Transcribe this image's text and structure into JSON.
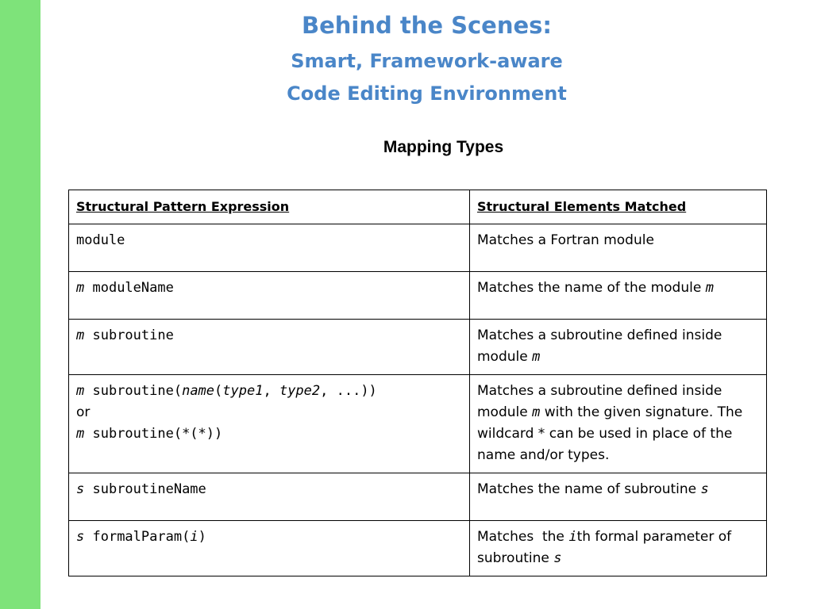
{
  "colors": {
    "side_bar": "#7ee37a",
    "title": "#4a86c8",
    "text": "#000000",
    "border": "#000000"
  },
  "title": {
    "main": "Behind the Scenes:",
    "line1": "Smart, Framework-aware",
    "line2": "Code Editing Environment"
  },
  "heading": "Mapping Types",
  "table": {
    "headers": [
      "Structural Pattern Expression",
      "Structural Elements Matched"
    ],
    "row1": {
      "expr": "module",
      "desc": "Matches a Fortran module"
    },
    "row2": {
      "var": "m",
      "expr": " moduleName",
      "desc": "Matches the name of the module ",
      "desc_var": "m"
    },
    "row3": {
      "var": "m",
      "expr": " subroutine",
      "desc": "Matches a subroutine defined inside module ",
      "desc_var": "m"
    },
    "row4": {
      "var": "m",
      "expr_a": " subroutine(",
      "param_name": "name",
      "paren_open": "(",
      "type1": "type1",
      "comma1": ", ",
      "type2": "type2",
      "tail": ", ...))",
      "or": "or",
      "var2": "m",
      "expr_b": " subroutine(*(*))",
      "desc_a": "Matches a subroutine defined inside module ",
      "desc_var": "m",
      "desc_b": " with the given signature. The wildcard * can be used in place of the name and/or types."
    },
    "row5": {
      "var": "s",
      "expr": " subroutineName",
      "desc": "Matches the name of subroutine ",
      "desc_var": "s"
    },
    "row6": {
      "var": "s",
      "expr": " formalParam(",
      "param": "i",
      "close": ")",
      "desc_a": "Matches  the ",
      "desc_var_i": "i",
      "desc_b": "th formal parameter of subroutine ",
      "desc_var_s": "s"
    }
  }
}
